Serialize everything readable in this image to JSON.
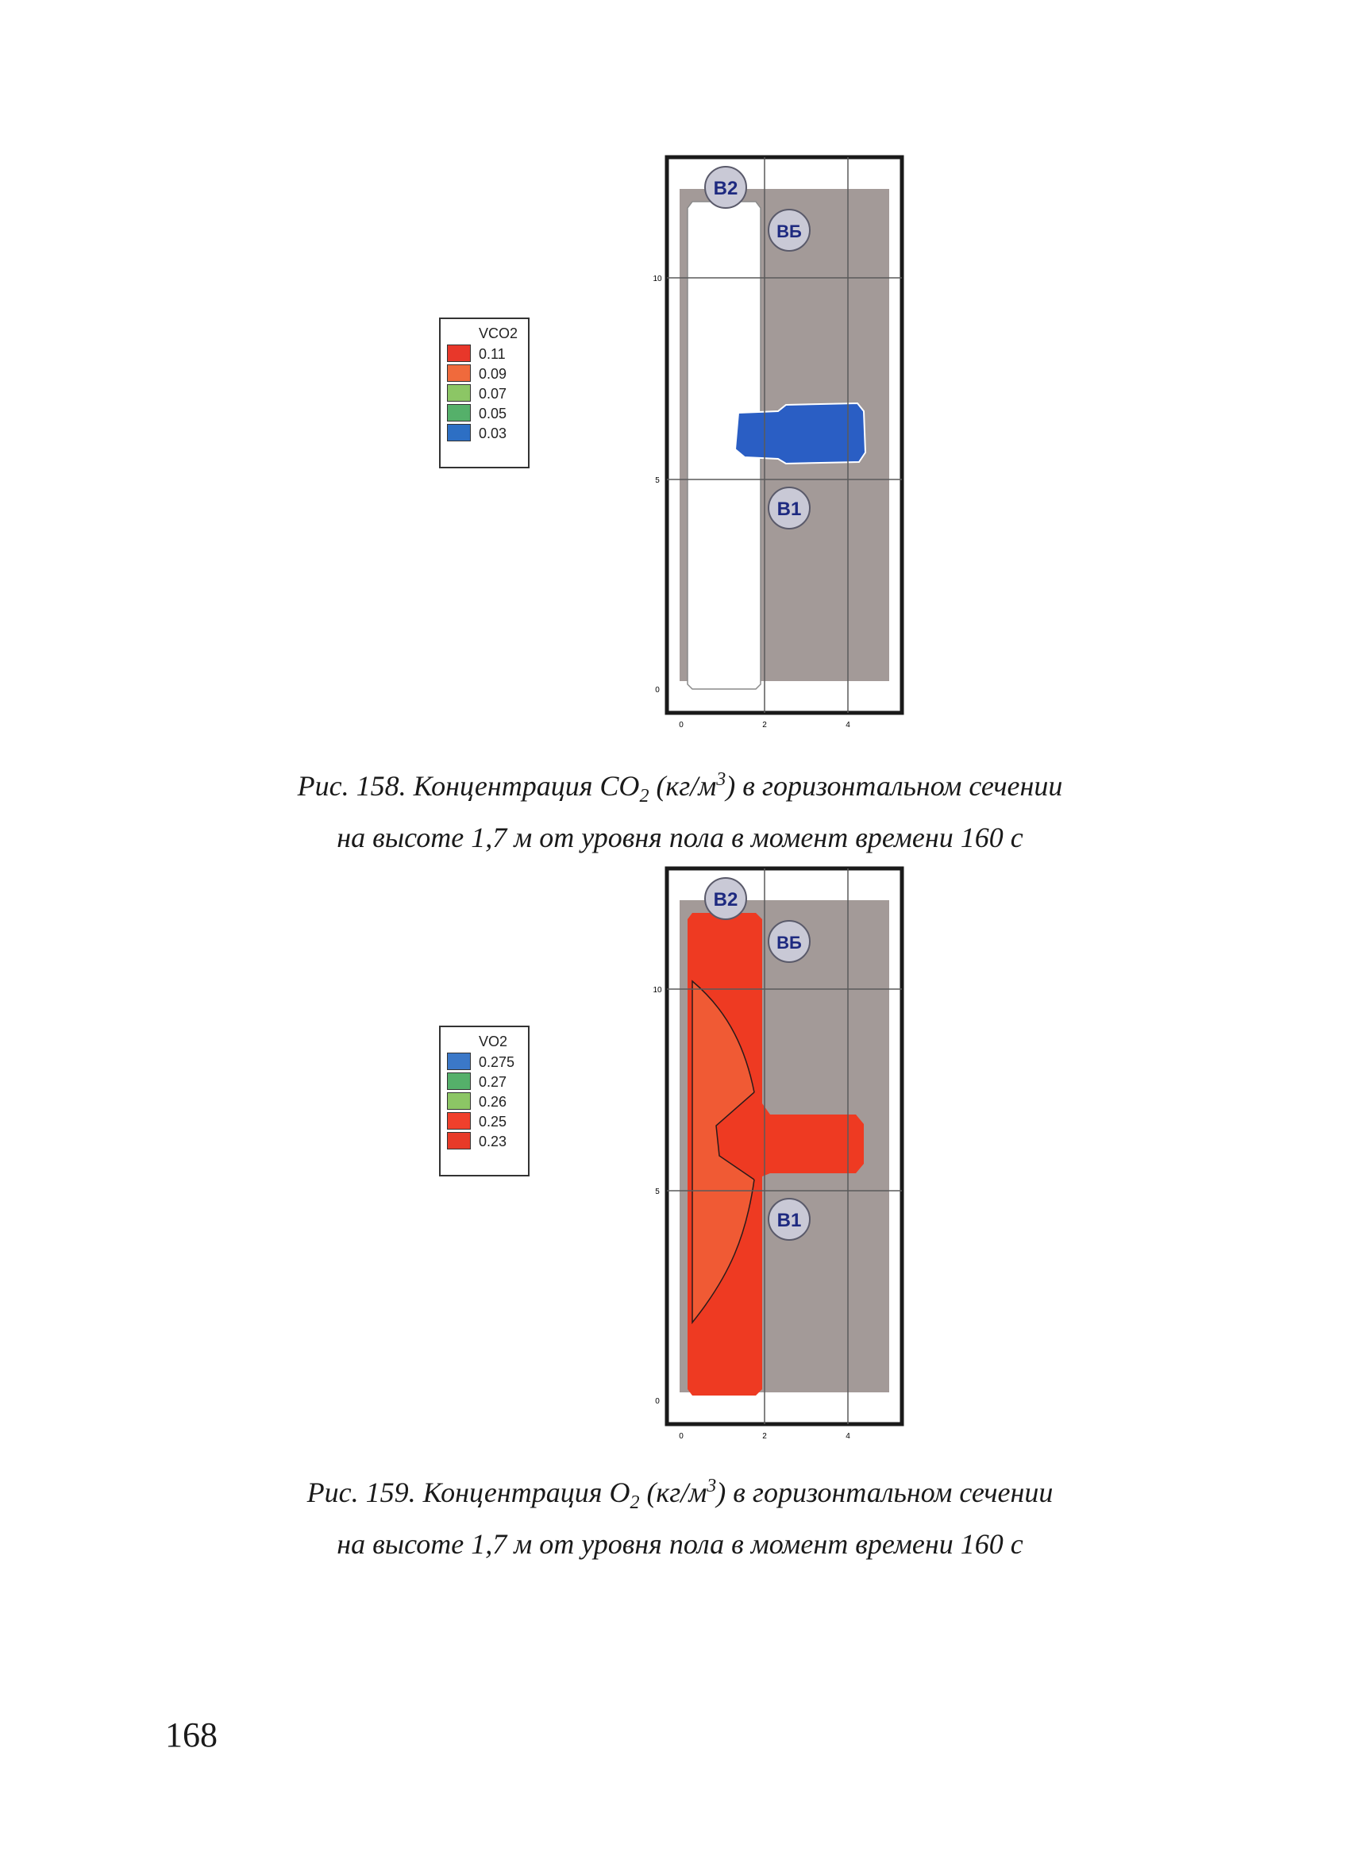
{
  "figure1": {
    "legend": {
      "title": "VCO2",
      "entries": [
        {
          "label": "0.11",
          "color": "#e8372a"
        },
        {
          "label": "0.09",
          "color": "#f06a3c"
        },
        {
          "label": "0.07",
          "color": "#8cc665"
        },
        {
          "label": "0.05",
          "color": "#55b06a"
        },
        {
          "label": "0.03",
          "color": "#2d6fc4"
        }
      ]
    },
    "labels": {
      "b2": "B2",
      "vb": "ВБ",
      "b1": "B1"
    },
    "y_ticks": [
      "10",
      "5",
      "0"
    ],
    "x_ticks": [
      "0",
      "2",
      "4"
    ],
    "caption_parts": {
      "a": "Рис. 158. Концентрация CO",
      "sub": "2",
      "b": " (кг/м",
      "sup": "3",
      "c": ") в горизонтальном сечении",
      "line2": "на высоте 1,7 м от уровня пола в момент времени 160 с"
    }
  },
  "figure2": {
    "legend": {
      "title": "VO2",
      "entries": [
        {
          "label": "0.275",
          "color": "#3b78c8"
        },
        {
          "label": "0.27",
          "color": "#55b06a"
        },
        {
          "label": "0.26",
          "color": "#8cc665"
        },
        {
          "label": "0.25",
          "color": "#f0402c"
        },
        {
          "label": "0.23",
          "color": "#e83a28"
        }
      ]
    },
    "labels": {
      "b2": "B2",
      "vb": "ВБ",
      "b1": "B1"
    },
    "y_ticks": [
      "10",
      "5",
      "0"
    ],
    "x_ticks": [
      "0",
      "2",
      "4"
    ],
    "caption_parts": {
      "a": "Рис. 159. Концентрация O",
      "sub": "2",
      "b": " (кг/м",
      "sup": "3",
      "c": ") в горизонтальном сечении",
      "line2": "на высоте 1,7 м от уровня пола в момент времени 160 с"
    }
  },
  "page_number": "168"
}
